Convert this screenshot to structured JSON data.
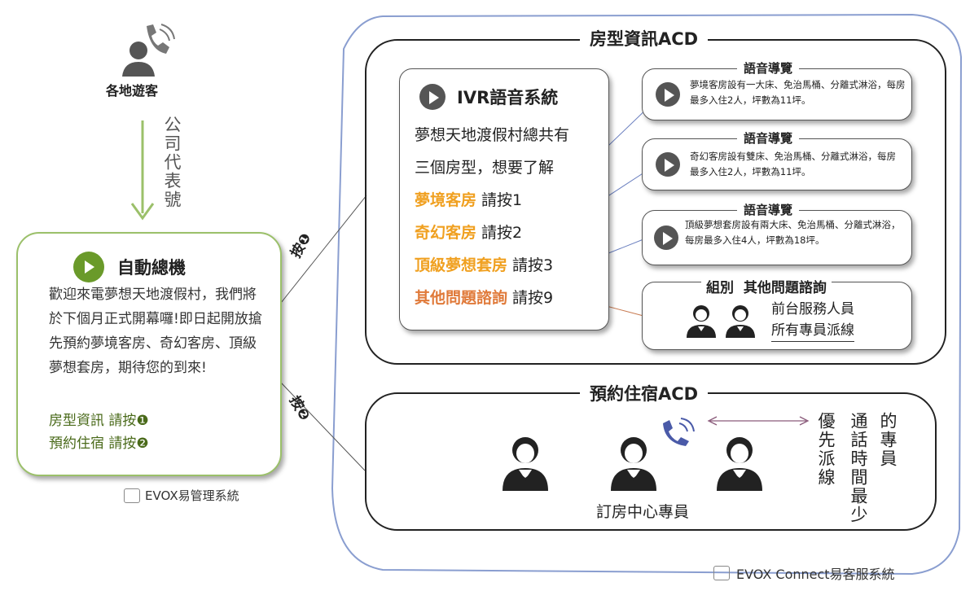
{
  "visitor": {
    "label": "各地遊客"
  },
  "company_number": "公司代表號",
  "auto_attendant": {
    "title": "自動總機",
    "message": "歡迎來電夢想天地渡假村，我們將於下個月正式開幕囉!即日起開放搶先預約夢境客房、奇幻客房、頂級夢想套房，期待您的到來!",
    "option1": "房型資訊 請按❶",
    "option2": "預約住宿 請按❷"
  },
  "evox_manager": "EVOX易管理系統",
  "press1": "按❶",
  "press2": "按❷",
  "acd_room": {
    "title": "房型資訊ACD",
    "ivr": {
      "title": "IVR語音系統",
      "line1": "夢想天地渡假村總共有",
      "line2": "三個房型，想要了解",
      "opt1_name": "夢境客房",
      "opt1_key": " 請按1",
      "opt2_name": "奇幻客房",
      "opt2_key": " 請按2",
      "opt3_name": "頂級夢想套房",
      "opt3_key": " 請按3",
      "opt9_name": "其他問題諮詢",
      "opt9_key": " 請按9"
    },
    "voice_guides": [
      {
        "title": "語音導覽",
        "text": "夢境客房設有一大床、免治馬桶、分離式淋浴，每房最多入住2人，坪數為11坪。"
      },
      {
        "title": "語音導覽",
        "text": "奇幻客房設有雙床、免治馬桶、分離式淋浴，每房最多入住2人，坪數為11坪。"
      },
      {
        "title": "語音導覽",
        "text": "頂級夢想套房設有兩大床、免治馬桶、分離式淋浴，每房最多入住4人，坪數為18坪。"
      }
    ],
    "group": {
      "title": "組別  其他問題諮詢",
      "line1": "前台服務人員",
      "line2": "所有專員派線"
    }
  },
  "acd_booking": {
    "title": "預約住宿ACD",
    "agents_label": "訂房中心專員",
    "col1": "優先派線",
    "col2": "通話時間最少",
    "col3": "的專員"
  },
  "evox_connect": "EVOX Connect易客服系統",
  "colors": {
    "green": "#6a9a2a",
    "orange": "#f0a020",
    "blue_border": "#8a9ed0",
    "gray_icon": "#555555"
  }
}
